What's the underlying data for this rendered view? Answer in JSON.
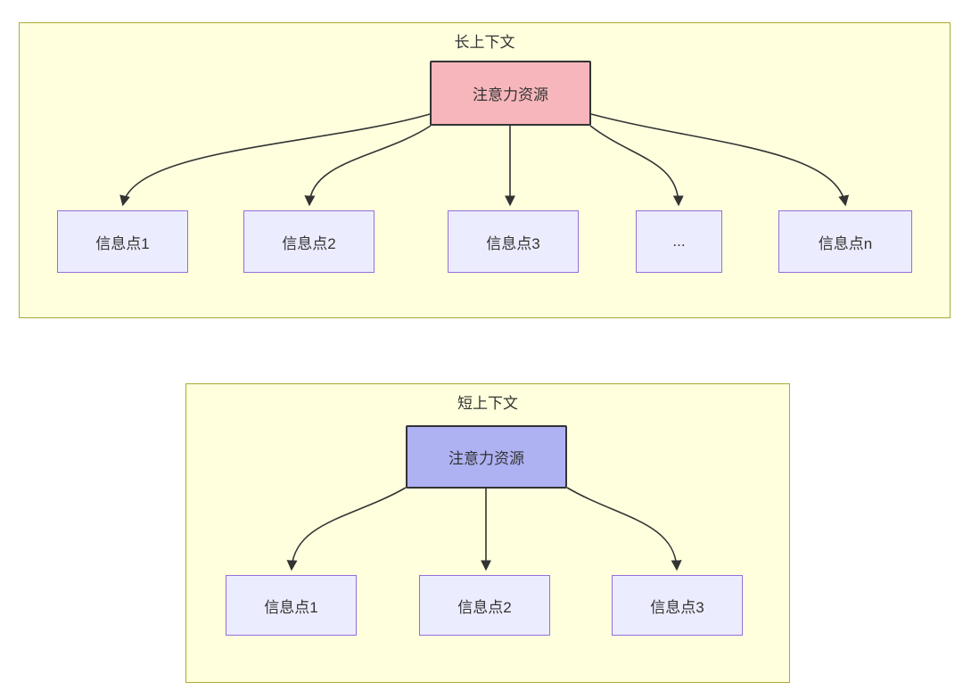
{
  "long_context": {
    "title": "长上下文",
    "source": "注意力资源",
    "targets": [
      "信息点1",
      "信息点2",
      "信息点3",
      "...",
      "信息点n"
    ]
  },
  "short_context": {
    "title": "短上下文",
    "source": "注意力资源",
    "targets": [
      "信息点1",
      "信息点2",
      "信息点3"
    ]
  },
  "colors": {
    "cluster_background": "#ffffde",
    "cluster_border": "#aaaa33",
    "source_long_fill": "#f6b6bb",
    "source_short_fill": "#aeb1f2",
    "info_node_fill": "#ececff",
    "info_node_border": "#9370db",
    "edge_stroke": "#333333",
    "text": "#333333"
  }
}
